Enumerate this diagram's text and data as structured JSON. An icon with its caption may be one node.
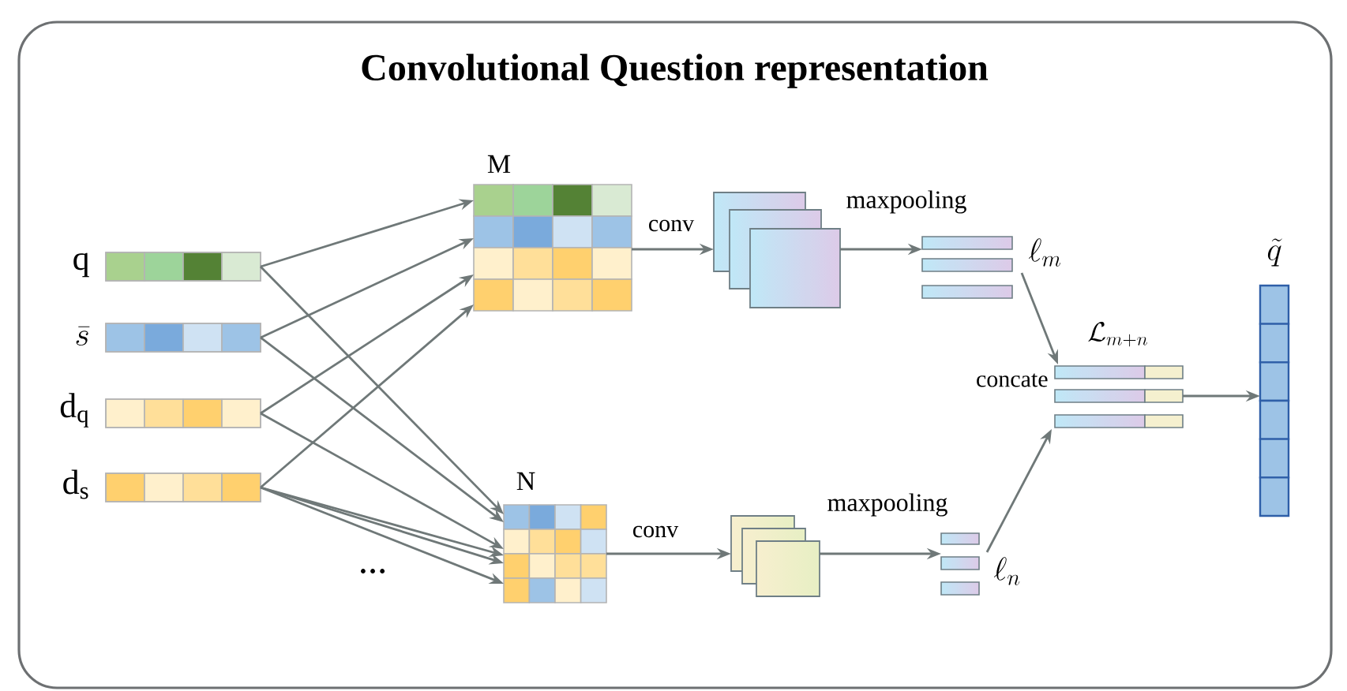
{
  "diagram": {
    "title": "Convolutional Question representation",
    "nodes": [
      {
        "text": [],
        "shape": "bar",
        "beside": [
          "q"
        ]
      },
      {
        "text": [],
        "shape": "bar",
        "beside": [
          "\\bar{s}"
        ]
      },
      {
        "text": [],
        "shape": "bar",
        "beside": [
          "d$_{q}$"
        ]
      },
      {
        "text": [],
        "shape": "bar",
        "beside": [
          "d$_{s}$"
        ]
      },
      {
        "text": [],
        "shape": "box",
        "beside": [
          "M"
        ]
      },
      {
        "text": [],
        "shape": "box",
        "beside": [
          "N"
        ]
      },
      {
        "text": [],
        "shape": "box"
      },
      {
        "text": [],
        "shape": "box"
      },
      {
        "text": [],
        "shape": "box",
        "beside": [
          "\\ell_m"
        ]
      },
      {
        "text": [],
        "shape": "box",
        "beside": [
          "\\ell_n"
        ]
      },
      {
        "text": [],
        "shape": "box",
        "beside": [
          "concate",
          "\\mathcal{L}_{m+n}"
        ]
      },
      {
        "text": [],
        "shape": "bar",
        "beside": [
          "\\tilde{q}"
        ]
      }
    ],
    "edges": [
      {
        "from": 0,
        "to": 4,
        "arrow": "to"
      },
      {
        "from": 0,
        "to": 5,
        "arrow": "to"
      },
      {
        "from": 1,
        "to": 4,
        "arrow": "to"
      },
      {
        "from": 1,
        "to": 5,
        "arrow": "to"
      },
      {
        "from": 2,
        "to": 4,
        "arrow": "to"
      },
      {
        "from": 2,
        "to": 5,
        "arrow": "to"
      },
      {
        "from": 3,
        "to": 4,
        "arrow": "to"
      },
      {
        "from": 3,
        "to": 5,
        "arrow": "to"
      },
      {
        "from": 3,
        "to": 5,
        "arrow": "to"
      },
      {
        "from": 3,
        "to": 5,
        "arrow": "to"
      },
      {
        "from": 4,
        "to": 6,
        "arrow": "to",
        "label": "conv"
      },
      {
        "from": 5,
        "to": 7,
        "arrow": "to",
        "label": "conv"
      },
      {
        "from": 6,
        "to": 8,
        "arrow": "to",
        "label": "maxpooling"
      },
      {
        "from": 7,
        "to": 9,
        "arrow": "to",
        "label": "maxpooling"
      },
      {
        "from": 8,
        "to": 10,
        "arrow": "to"
      },
      {
        "from": 9,
        "to": 10,
        "arrow": "to"
      },
      {
        "from": 10,
        "to": 11,
        "arrow": "to"
      }
    ],
    "labels": [
      "…"
    ]
  }
}
